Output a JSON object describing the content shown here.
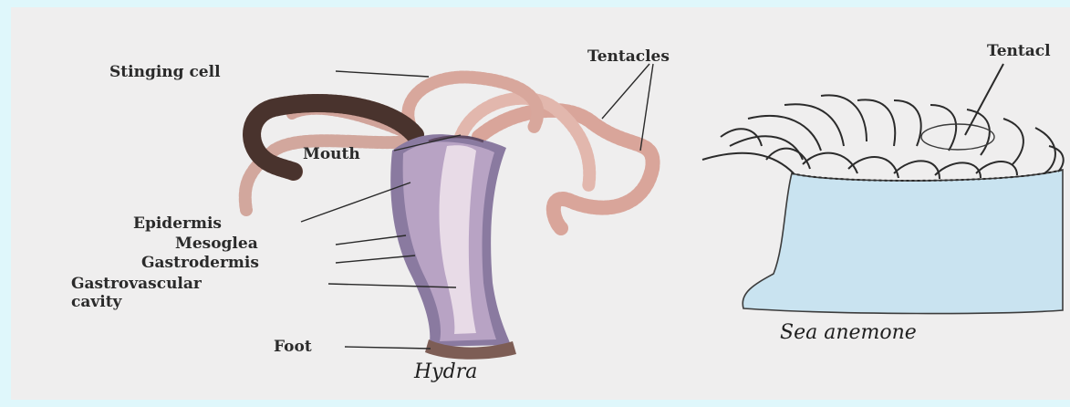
{
  "hydra": {
    "caption": "Hydra",
    "labels": {
      "stinging_cell": "Stinging cell",
      "tentacles": "Tentacles",
      "mouth": "Mouth",
      "epidermis": "Epidermis",
      "mesoglea": "Mesoglea",
      "gastrodermis": "Gastrodermis",
      "gastrovascular_line1": "Gastrovascular",
      "gastrovascular_line2": "cavity",
      "foot": "Foot"
    }
  },
  "sea_anemone": {
    "caption": "Sea anemone",
    "labels": {
      "tentacles": "Tentacl"
    }
  },
  "colors": {
    "frame": "#dff7fb",
    "paper": "#efeeee",
    "anemone_body": "#c9e3f0",
    "hydra_body": "#d9c8dc"
  }
}
